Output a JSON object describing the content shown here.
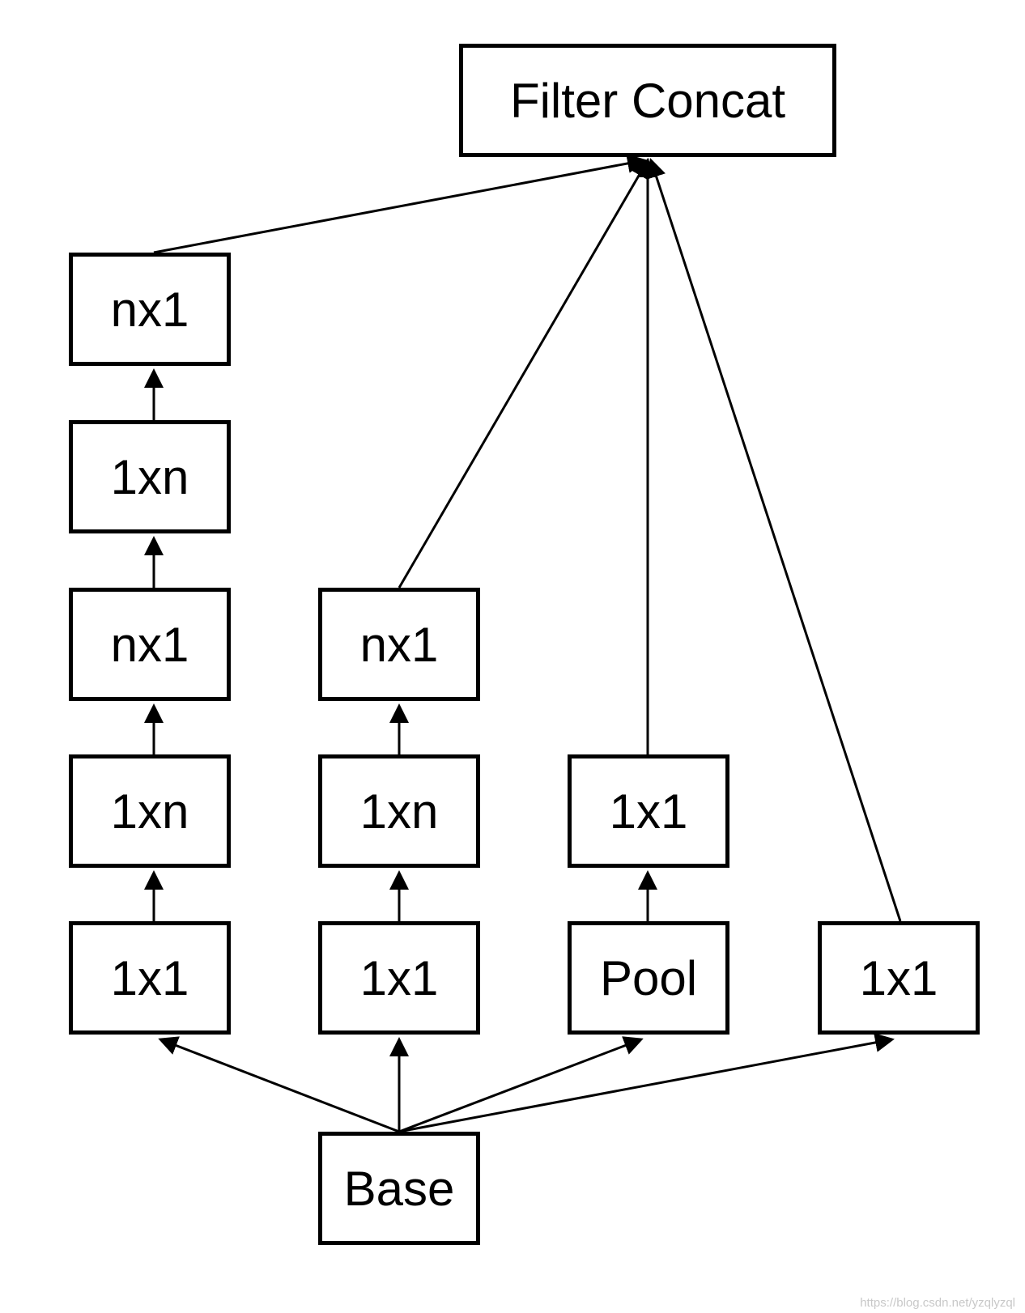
{
  "nodes": {
    "filter_concat": "Filter Concat",
    "b1_nx1_top": "nx1",
    "b1_1xn_upper": "1xn",
    "b1_nx1_mid": "nx1",
    "b1_1xn_lower": "1xn",
    "b1_1x1": "1x1",
    "b2_nx1": "nx1",
    "b2_1xn": "1xn",
    "b2_1x1": "1x1",
    "b3_1x1": "1x1",
    "b3_pool": "Pool",
    "b4_1x1": "1x1",
    "base": "Base"
  },
  "watermark": "https://blog.csdn.net/yzqlyzql"
}
